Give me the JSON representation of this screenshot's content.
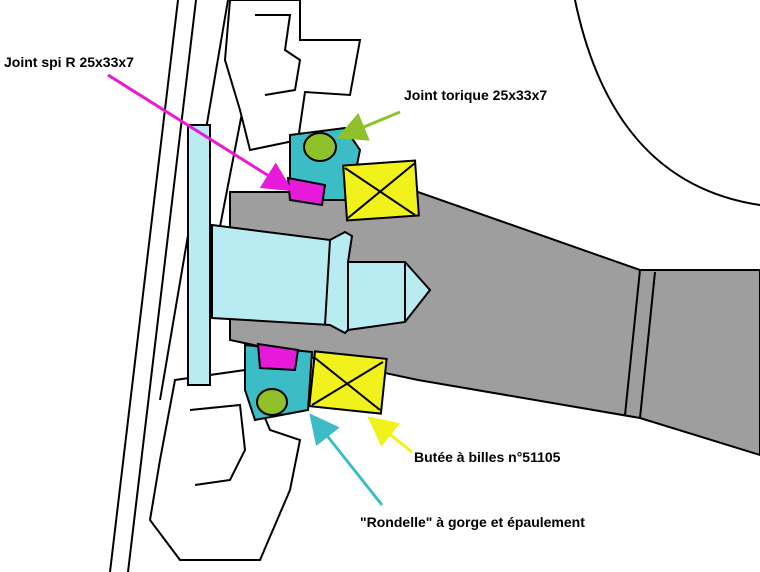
{
  "labels": {
    "joint_spi": "Joint spi R 25x33x7",
    "joint_torique": "Joint torique 25x33x7",
    "butee": "Butée à billes n°51105",
    "rondelle": "\"Rondelle\" à gorge et épaulement"
  },
  "colors": {
    "magenta": "#e81ad9",
    "green": "#8fc22a",
    "yellow": "#f1f11c",
    "cyan": "#3cbdc6",
    "light_cyan": "#b9ecf2",
    "gray": "#9e9e9e",
    "outline": "#000000"
  }
}
